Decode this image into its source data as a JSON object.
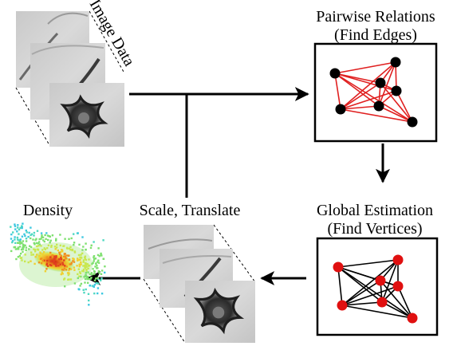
{
  "labels": {
    "image_data": "Image Data",
    "pairwise_title": "Pairwise Relations",
    "pairwise_sub": "(Find Edges)",
    "global_title": "Global Estimation",
    "global_sub": "(Find Vertices)",
    "scale_translate": "Scale, Translate",
    "density": "Density"
  },
  "colors": {
    "edge_red": "#e02020",
    "vertex_red": "#e01010",
    "edge_black": "#000000",
    "vertex_black": "#000000"
  },
  "icons": [
    "particle-image-stack-icon",
    "density-heatmap-icon"
  ]
}
